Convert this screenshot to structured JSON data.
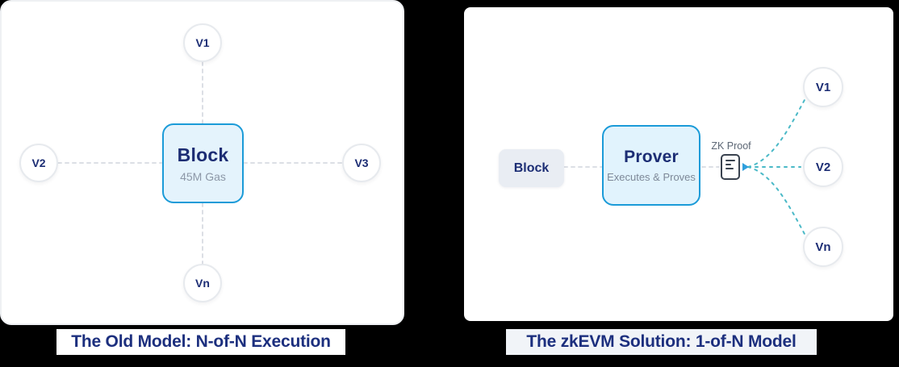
{
  "colors": {
    "background": "#000000",
    "card_background": "#ffffff",
    "accent_border_blue": "#1b9bd8",
    "box_fill_light_blue": "#e3f3fc",
    "chip_fill_gray": "#e9edf3",
    "navy_text": "#1c2d74",
    "caption_text": "#1c2f7e",
    "muted_text": "#8c97a7",
    "gray_dash": "#dcdfe5",
    "teal_dash": "#4ab9c7",
    "icon_outline": "#39424f",
    "right_caption_background": "#f1f4f8"
  },
  "left_panel": {
    "caption": "The Old Model: N-of-N Execution",
    "block": {
      "title": "Block",
      "subtitle": "45M Gas"
    },
    "validators": [
      {
        "label": "V1"
      },
      {
        "label": "V2"
      },
      {
        "label": "V3"
      },
      {
        "label": "Vn"
      }
    ]
  },
  "right_panel": {
    "caption": "The zkEVM Solution: 1-of-N Model",
    "block_label": "Block",
    "prover": {
      "title": "Prover",
      "subtitle": "Executes & Proves"
    },
    "zk_proof_label": "ZK Proof",
    "validators": [
      {
        "label": "V1"
      },
      {
        "label": "V2"
      },
      {
        "label": "Vn"
      }
    ]
  }
}
